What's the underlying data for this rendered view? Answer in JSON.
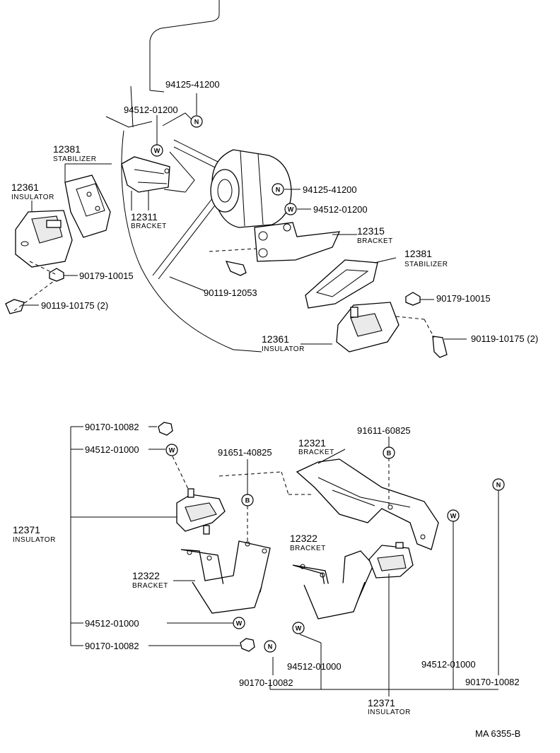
{
  "labels": {
    "p_94125_41200_top": "94125-41200",
    "p_94512_01200_top": "94512-01200",
    "p_12381_top": "12381",
    "c_stabilizer_top": "STABILIZER",
    "p_12361_top": "12361",
    "c_insulator_top": "INSULATOR",
    "p_12311": "12311",
    "c_bracket_12311": "BRACKET",
    "p_94125_41200_right": "94125-41200",
    "p_94512_01200_right": "94512-01200",
    "p_12315": "12315",
    "c_bracket_12315": "BRACKET",
    "p_12381_right": "12381",
    "c_stabilizer_right": "STABILIZER",
    "p_90179_10015_left": "90179-10015",
    "p_90119_10175_left": "90119-10175 (2)",
    "p_90119_12053": "90119-12053",
    "p_90179_10015_right": "90179-10015",
    "p_12361_right": "12361",
    "c_insulator_right": "INSULATOR",
    "p_90119_10175_right": "90119-10175 (2)",
    "p_90170_10082_a": "90170-10082",
    "p_94512_01000_a": "94512-01000",
    "p_91651_40825": "91651-40825",
    "p_12321": "12321",
    "c_bracket_12321": "BRACKET",
    "p_91611_60825": "91611-60825",
    "p_12371_left": "12371",
    "c_insulator_left": "INSULATOR",
    "p_12322_left": "12322",
    "c_bracket_12322_left": "BRACKET",
    "p_12322_right": "12322",
    "c_bracket_12322_right": "BRACKET",
    "p_94512_01000_b": "94512-01000",
    "p_90170_10082_b": "90170-10082",
    "p_94512_01000_c": "94512-01000",
    "p_94512_01000_d": "94512-01000",
    "p_90170_10082_c": "90170-10082",
    "p_90170_10082_d": "90170-10082",
    "p_12371_bottom": "12371",
    "c_insulator_bottom": "INSULATOR",
    "figure_code": "MA 6355-B"
  },
  "symbols": {
    "nut": "N",
    "washer": "W",
    "bolt": "B"
  }
}
